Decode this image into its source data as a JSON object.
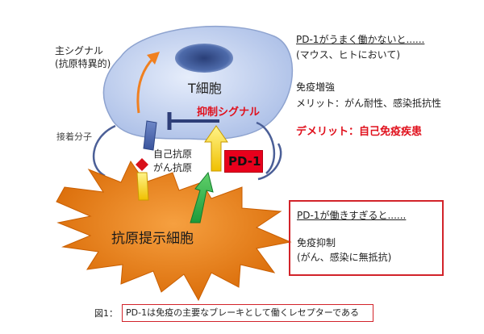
{
  "diagram": {
    "t_cell_label": "T細胞",
    "apc_label": "抗原提示細胞",
    "main_signal_line1": "主シグナル",
    "main_signal_line2": "(抗原特異的)",
    "adhesion_label": "接着分子",
    "self_antigen": "自己抗原",
    "cancer_antigen": "がん抗原",
    "inhibitory_signal": "抑制シグナル",
    "pd1_badge": "PD-1"
  },
  "info_weak": {
    "heading": "PD-1がうまく働かないと......",
    "subheading": "(マウス、ヒトにおいて)",
    "line1": "免疫増強",
    "line2": "メリット：がん耐性、感染抵抗性",
    "demerit": "デメリット：自己免疫疾患"
  },
  "info_strong": {
    "heading": "PD-1が働きすぎると......",
    "line1": "免疫抑制",
    "line2": "(がん、感染に無抵抗)"
  },
  "caption": {
    "prefix": "図1：",
    "text": "PD-1は免疫の主要なブレーキとして働くレセプターである"
  },
  "colors": {
    "t_cell_fill": "#c9d7f2",
    "nucleus": "#3a5a9c",
    "apc_fill": "#e87a10",
    "pd1_badge": "#e8001c",
    "accent_red": "#e0101c"
  }
}
